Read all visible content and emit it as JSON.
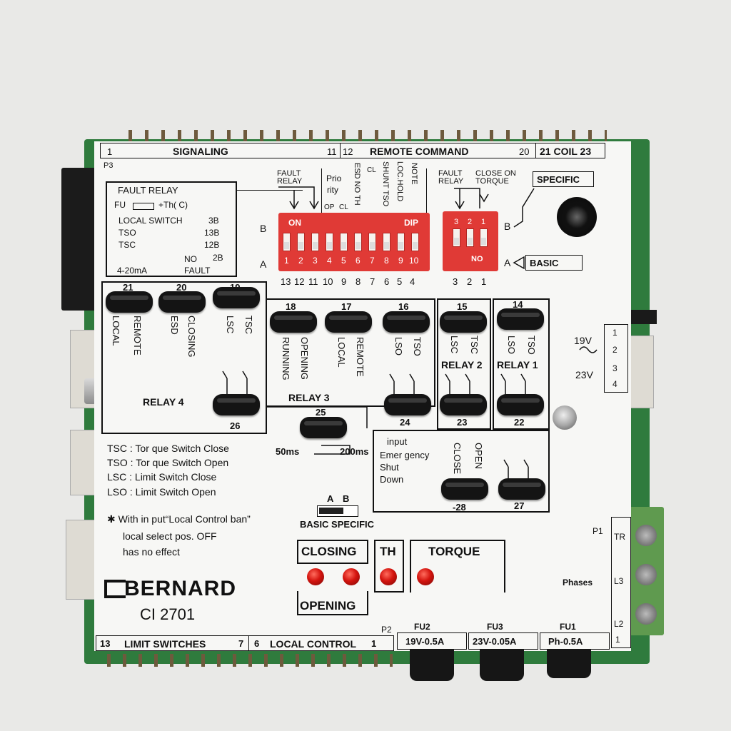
{
  "board": {
    "brand": "BERNARD",
    "model": "CI  2701",
    "labels": {
      "signaling": "SIGNALING",
      "remote_command": "REMOTE  COMMAND",
      "coil": "21  COIL  23",
      "p3": "P3",
      "p2": "P2",
      "p1": "P1",
      "phases": "Phases",
      "limit_switches": "LIMIT SWITCHES",
      "local_control": "LOCAL CONTROL",
      "specific": "SPECIFIC",
      "basic": "BASIC",
      "relay1": "RELAY 1",
      "relay2": "RELAY 2",
      "relay3": "RELAY 3",
      "relay4": "RELAY  4",
      "delay_short": "50ms",
      "delay_long": "200ms",
      "voltage_top": "19V",
      "voltage_bottom": "23V"
    },
    "top_numbers": [
      "1",
      "11",
      "12",
      "20",
      "21",
      "23"
    ],
    "bottom_numbers": [
      "13",
      "7",
      "6",
      "1"
    ],
    "fault_relay_box": {
      "title": "FAULT RELAY",
      "fu": "FU",
      "th": "+Th( C)",
      "local_switch": "LOCAL SWITCH",
      "ls_num": "3B",
      "tso": "TSO",
      "tso_num": "13B",
      "tsc": "TSC",
      "tsc_num": "12B",
      "no": "NO",
      "no_num": "2B",
      "ma": "4-20mA",
      "fault": "FAULT"
    },
    "dip_main": {
      "on": "ON",
      "dip": "DIP",
      "numbers": [
        "1",
        "2",
        "3",
        "4",
        "5",
        "6",
        "7",
        "8",
        "9",
        "10"
      ],
      "below": [
        "13",
        "12",
        "11",
        "10",
        "9",
        "8",
        "7",
        "6",
        "5",
        "4"
      ]
    },
    "dip_small": {
      "numbers": [
        "3",
        "2",
        "1"
      ],
      "below": [
        "3",
        "2",
        "1"
      ],
      "no": "NO"
    },
    "row_letters": [
      "B",
      "A",
      "B",
      "A"
    ],
    "dip_headers": {
      "fault_relay": "FAULT RELAY",
      "priority_a": "Prio",
      "priority_b": "rity",
      "op": "OP",
      "cl": "CL",
      "esd_no_th": "ESD NO TH",
      "cl_top": "CL",
      "shunt_tso": "SHUNT TSO",
      "loc_hold": "LOC.HOLD",
      "note": "NOTE",
      "fault_relay_small": "FAULT RELAY",
      "close_on_torque": "CLOSE ON TORQUE"
    },
    "jumpers": [
      {
        "num": "21",
        "left": "LOCAL",
        "right": "REMOTE"
      },
      {
        "num": "20",
        "left": "ESD",
        "right": "CLOSING"
      },
      {
        "num": "19",
        "left": "LSC",
        "right": "TSC"
      },
      {
        "num": "18",
        "left": "RUNNING",
        "right": "OPENING"
      },
      {
        "num": "17",
        "left": "LOCAL",
        "right": "REMOTE"
      },
      {
        "num": "16",
        "left": "LSO",
        "right": "TSO"
      },
      {
        "num": "15",
        "left": "LSC",
        "right": "TSC"
      },
      {
        "num": "14",
        "left": "LSO",
        "right": "TSO"
      },
      {
        "num": "26"
      },
      {
        "num": "25"
      },
      {
        "num": "24"
      },
      {
        "num": "23"
      },
      {
        "num": "22"
      },
      {
        "num": "-28"
      },
      {
        "num": "27"
      }
    ],
    "legend": [
      "TSC :  Tor que Switch Close",
      "TSO :  Tor que Switch Open",
      "LSC :  Limit Switch Close",
      "LSO :  Limit Switch Open"
    ],
    "note": {
      "line1": "✱ With in put“Local Control ban”",
      "line2": "local select pos. OFF",
      "line3": "has no effect"
    },
    "esd_box": {
      "input": "input",
      "emergency": "Emer gency",
      "shut": "Shut",
      "down": "Down",
      "close": "CLOSE",
      "open": "OPEN"
    },
    "switch_ab": {
      "a": "A",
      "b": "B",
      "label": "BASIC  SPECIFIC"
    },
    "indicators": {
      "closing": "CLOSING",
      "opening": "OPENING",
      "th": "TH",
      "torque": "TORQUE"
    },
    "fuses": [
      {
        "name": "FU2",
        "rating": "19V-0.5A"
      },
      {
        "name": "FU3",
        "rating": "23V-0.05A"
      },
      {
        "name": "FU1",
        "rating": "Ph-0.5A"
      }
    ],
    "right_terminals": [
      "1",
      "2",
      "3",
      "4"
    ],
    "phase_terminals": [
      "TR",
      "L3",
      "L2",
      "1"
    ],
    "colors": {
      "pcb": "#2d7a3c",
      "panel": "#f7f7f5",
      "dip": "#e03a36",
      "led": "#d4140e",
      "terminal": "#5f9a4f"
    }
  }
}
